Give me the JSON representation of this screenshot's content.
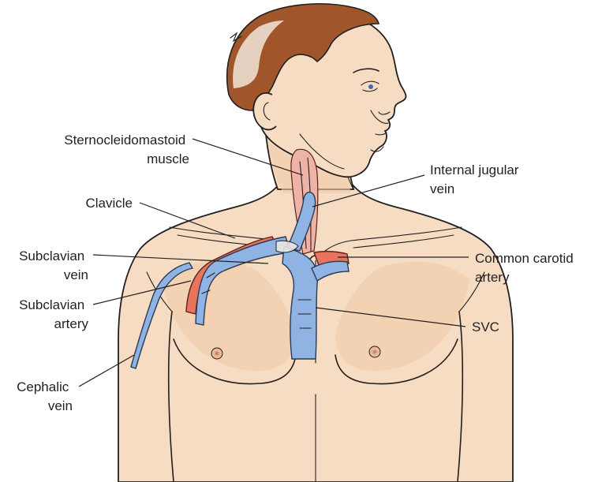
{
  "labels": {
    "scm": [
      "Sternocleidomastoid",
      "muscle"
    ],
    "ijv": [
      "Internal jugular",
      "vein"
    ],
    "clavicle": [
      "Clavicle"
    ],
    "subclavian_vein": [
      "Subclavian",
      "vein"
    ],
    "common_carotid": [
      "Common carotid",
      "artery"
    ],
    "subclavian_artery": [
      "Subclavian",
      "artery"
    ],
    "svc": [
      "SVC"
    ],
    "cephalic_vein": [
      "Cephalic",
      "vein"
    ]
  },
  "colors": {
    "skin": "#f6dcc2",
    "hair": "#a0562a",
    "vein": "#8fb3e3",
    "artery": "#e8745e",
    "muscle": "#eeb3a6",
    "leader": "#231f20"
  }
}
